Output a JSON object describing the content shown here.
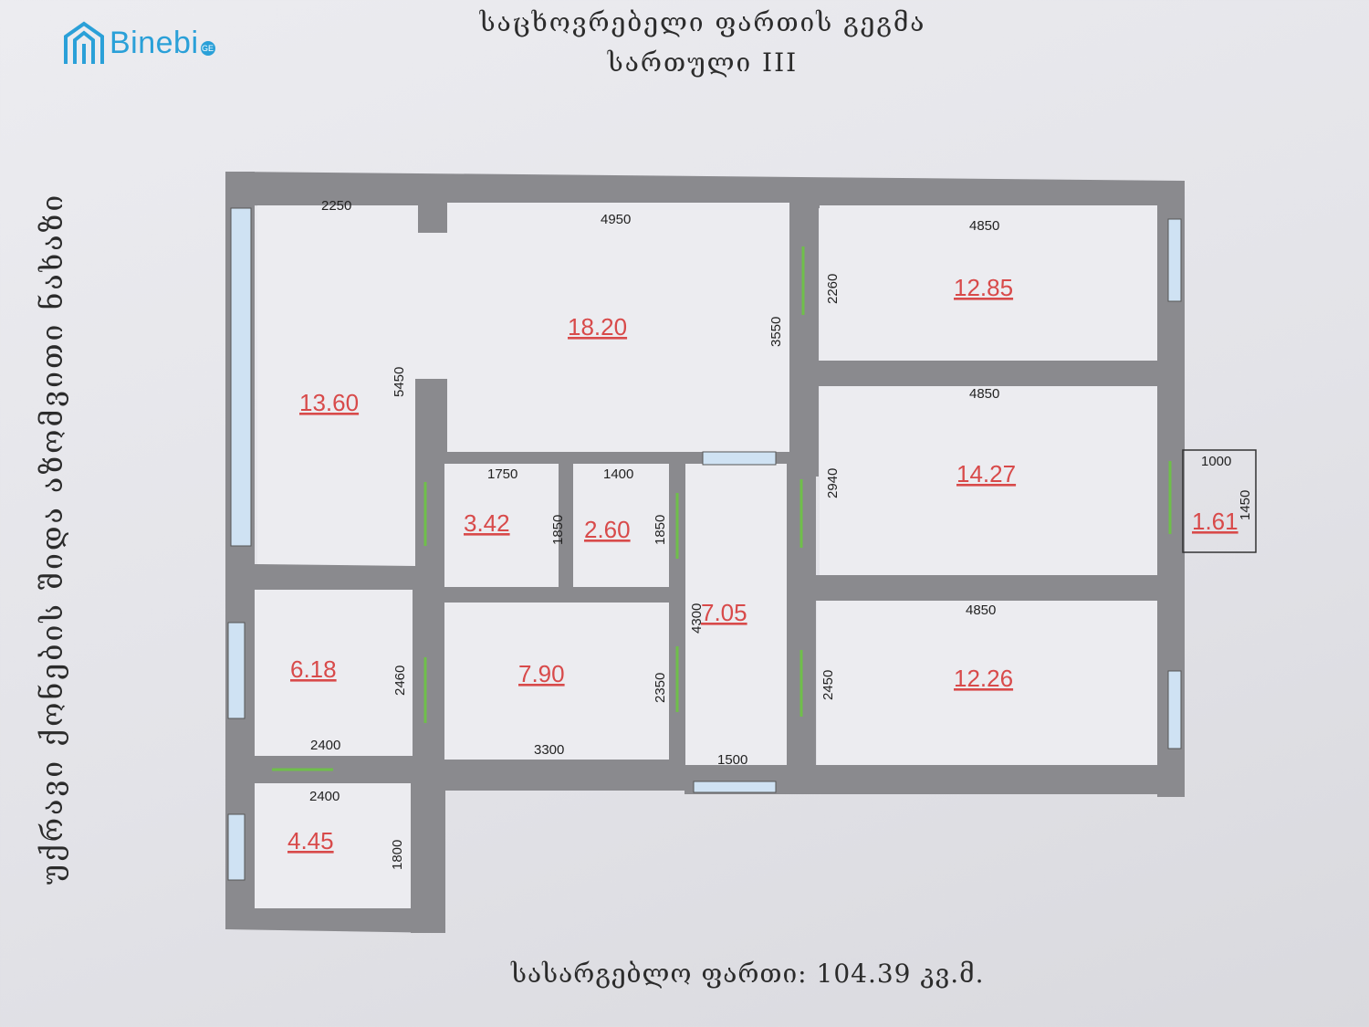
{
  "logo": {
    "name": "Binebi",
    "badge": "GE",
    "brand_color": "#2aa0d8"
  },
  "title": {
    "line1": "საცხოვრებელი ფართის გეგმა",
    "line2": "სართული III"
  },
  "side_text": "უქრავი ქონების შიდა აზომვითი ნახაზი",
  "total_area": "სასარგებლო ფართი: 104.39 კვ.მ.",
  "colors": {
    "wall": "#8a8a8e",
    "window": "#cfe2f3",
    "door": "#6fbf4a",
    "area_text": "#d84a4a"
  },
  "rooms": [
    {
      "area": "13.60"
    },
    {
      "area": "18.20"
    },
    {
      "area": "12.85"
    },
    {
      "area": "14.27"
    },
    {
      "area": "1.61"
    },
    {
      "area": "3.42"
    },
    {
      "area": "2.60"
    },
    {
      "area": "7.05"
    },
    {
      "area": "6.18"
    },
    {
      "area": "7.90"
    },
    {
      "area": "12.26"
    },
    {
      "area": "4.45"
    }
  ],
  "dimensions": [
    "2250",
    "4950",
    "4850",
    "2260",
    "3550",
    "5450",
    "4850",
    "2940",
    "1000",
    "1450",
    "1750",
    "1400",
    "1850",
    "1850",
    "4300",
    "4850",
    "2460",
    "2350",
    "2450",
    "2400",
    "3300",
    "1500",
    "2400",
    "1800"
  ]
}
